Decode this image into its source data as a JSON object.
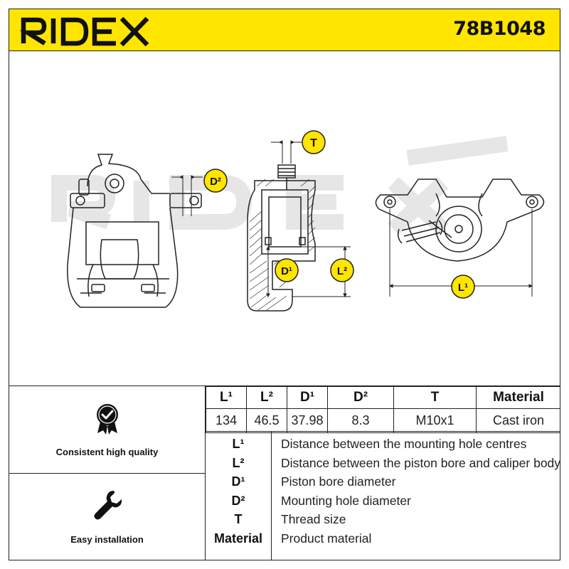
{
  "header": {
    "brand": "RIDEX",
    "part_number": "78B1048",
    "brand_color": "#ffe500"
  },
  "drawing": {
    "watermark": "RIDEX",
    "labels": {
      "d2": "D²",
      "t": "T",
      "d1": "D¹",
      "l2": "L²",
      "l1": "L¹"
    }
  },
  "features": [
    {
      "icon": "check-badge-icon",
      "label": "Consistent high quality"
    },
    {
      "icon": "wrench-icon",
      "label": "Easy installation"
    }
  ],
  "specs": {
    "headers": [
      "L¹",
      "L²",
      "D¹",
      "D²",
      "T",
      "Material"
    ],
    "values": [
      "134",
      "46.5",
      "37.98",
      "8.3",
      "M10x1",
      "Cast iron"
    ]
  },
  "legend": [
    {
      "key": "L¹",
      "text": "Distance between the mounting hole centres"
    },
    {
      "key": "L²",
      "text": "Distance between the piston bore and caliper body"
    },
    {
      "key": "D¹",
      "text": "Piston bore diameter"
    },
    {
      "key": "D²",
      "text": "Mounting hole diameter"
    },
    {
      "key": "T",
      "text": "Thread size"
    },
    {
      "key": "Material",
      "text": "Product material"
    }
  ]
}
